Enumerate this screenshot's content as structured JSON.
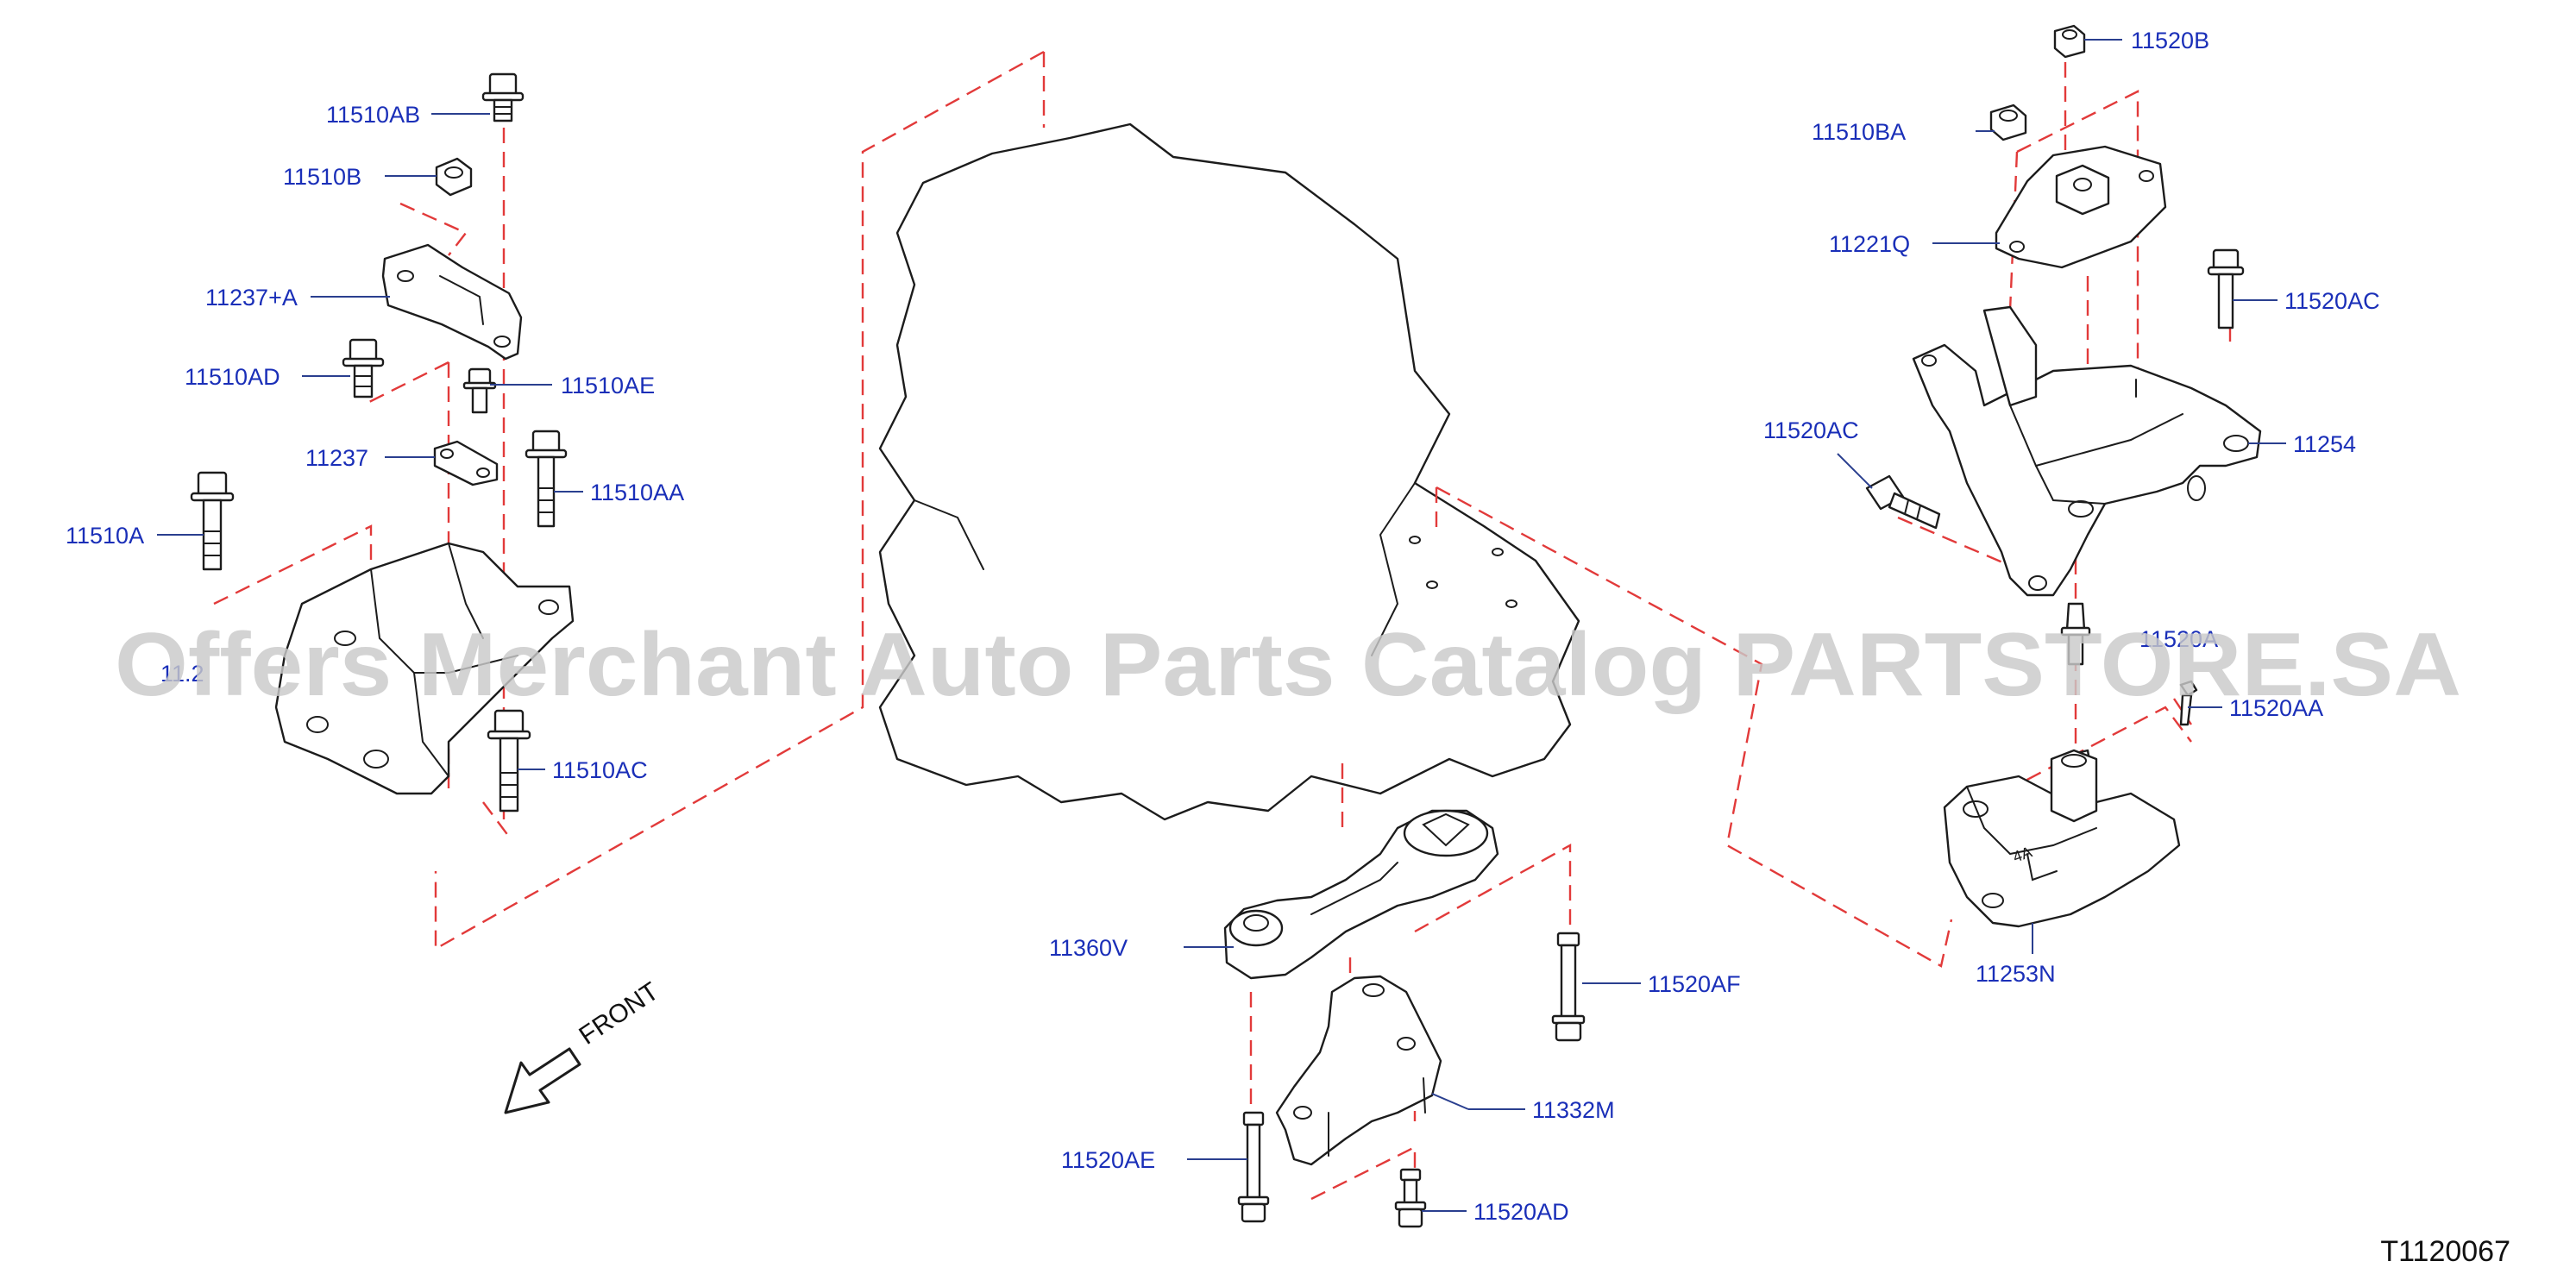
{
  "colors": {
    "label": "#1a2fb8",
    "leader": "#2a3f8f",
    "phantom_line": "#e23a3a",
    "outline": "#1c1c1c",
    "watermark": "#c9c9c9"
  },
  "watermark": "Offers Merchant Auto Parts Catalog PARTSTORE.SA",
  "diagram_code": "T1120067",
  "front_label": "FRONT",
  "callouts": {
    "c_11510AB": "11510AB",
    "c_11510B": "11510B",
    "c_11237A": "11237+A",
    "c_11510AD": "11510AD",
    "c_11510AE": "11510AE",
    "c_11237": "11237",
    "c_11510AA": "11510AA",
    "c_11510A": "11510A",
    "c_1112": "11.2",
    "c_11510AC": "11510AC",
    "c_11520B": "11520B",
    "c_11510BA": "11510BA",
    "c_11221Q": "11221Q",
    "c_11520AC_r": "11520AC",
    "c_11520AC_l": "11520AC",
    "c_11254": "11254",
    "c_11520A": "11520A",
    "c_11520AA": "11520AA",
    "c_11253N": "11253N",
    "c_11360V": "11360V",
    "c_11520AF": "11520AF",
    "c_11332M": "11332M",
    "c_11520AE": "11520AE",
    "c_11520AD": "11520AD"
  }
}
